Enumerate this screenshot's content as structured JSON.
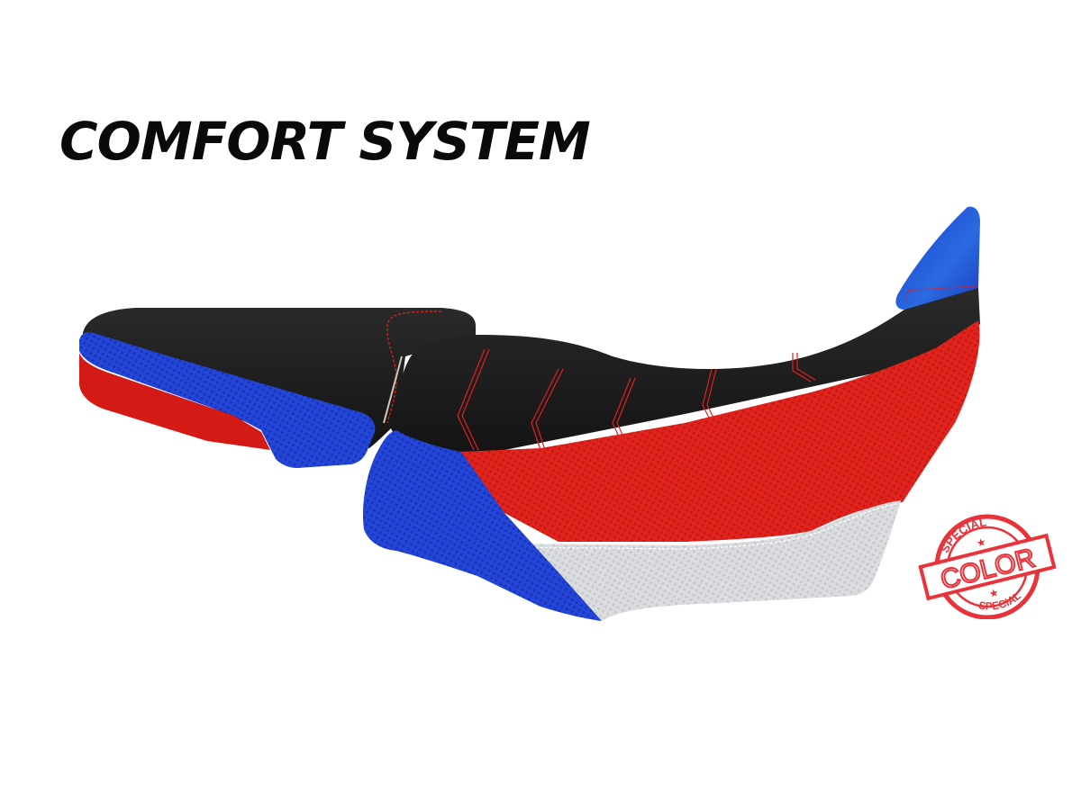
{
  "headline": {
    "text": "COMFORT SYSTEM"
  },
  "product": {
    "name": "motorcycle seat cover",
    "panels": {
      "seat_top": "black",
      "front_panel": "blue",
      "side_upper": "red",
      "side_lower": "silver",
      "passenger_side_band": "blue",
      "passenger_lower": "red"
    },
    "stitching": "red"
  },
  "badge": {
    "top_text": "SPECIAL",
    "center_text": "COLOR",
    "bottom_text": "SPECIAL"
  },
  "colors": {
    "black": "#1c1c1c",
    "blue": "#1f3fd0",
    "red": "#e0231c",
    "silver": "#d9dadc",
    "stitch": "#e02020",
    "stamp": "#e8333a"
  }
}
